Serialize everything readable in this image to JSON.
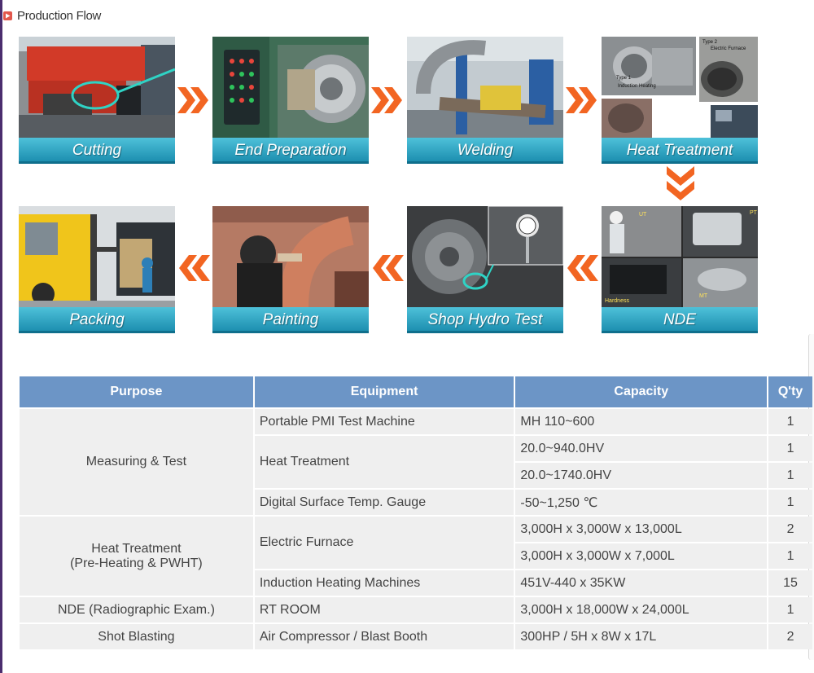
{
  "section": {
    "title": "Production Flow"
  },
  "steps": [
    {
      "label": "Cutting"
    },
    {
      "label": "End Preparation"
    },
    {
      "label": "Welding"
    },
    {
      "label": "Heat Treatment"
    },
    {
      "label": "NDE"
    },
    {
      "label": "Shop Hydro Test"
    },
    {
      "label": "Painting"
    },
    {
      "label": "Packing"
    }
  ],
  "photo_text": {
    "heat": [
      "Type 1",
      "Type 2",
      "Induction Heating",
      "Electric Furnace"
    ],
    "nde": [
      "UT",
      "PT",
      "Hardness",
      "MT"
    ]
  },
  "table": {
    "headers": [
      "Purpose",
      "Equipment",
      "Capacity",
      "Q'ty"
    ],
    "purpose_measuring": "Measuring & Test",
    "purpose_heat_1": "Heat Treatment",
    "purpose_heat_2": "(Pre-Heating & PWHT)",
    "purpose_nde": "NDE (Radiographic Exam.)",
    "purpose_shot": "Shot Blasting",
    "eq_pmi": "Portable PMI Test Machine",
    "eq_heat": "Heat Treatment",
    "eq_gauge": "Digital Surface Temp. Gauge",
    "eq_furnace": "Electric Furnace",
    "eq_induction": "Induction Heating Machines",
    "eq_rt": "RT ROOM",
    "eq_air": "Air Compressor / Blast Booth",
    "cap": [
      "MH 110~600",
      "20.0~940.0HV",
      "20.0~1740.0HV",
      "-50~1,250 ℃",
      "3,000H x 3,000W x 13,000L",
      "3,000H x 3,000W x 7,000L",
      "451V-440 x 35KW",
      "3,000H x 18,000W x 24,000L",
      "300HP / 5H x 8W x 17L"
    ],
    "qty": [
      "1",
      "1",
      "1",
      "1",
      "2",
      "1",
      "15",
      "1",
      "2"
    ]
  },
  "colors": {
    "label_bg": "#2ba3c5",
    "arrow": "#f26522",
    "header_bg": "#6c95c6",
    "cell_bg": "#efefef"
  }
}
